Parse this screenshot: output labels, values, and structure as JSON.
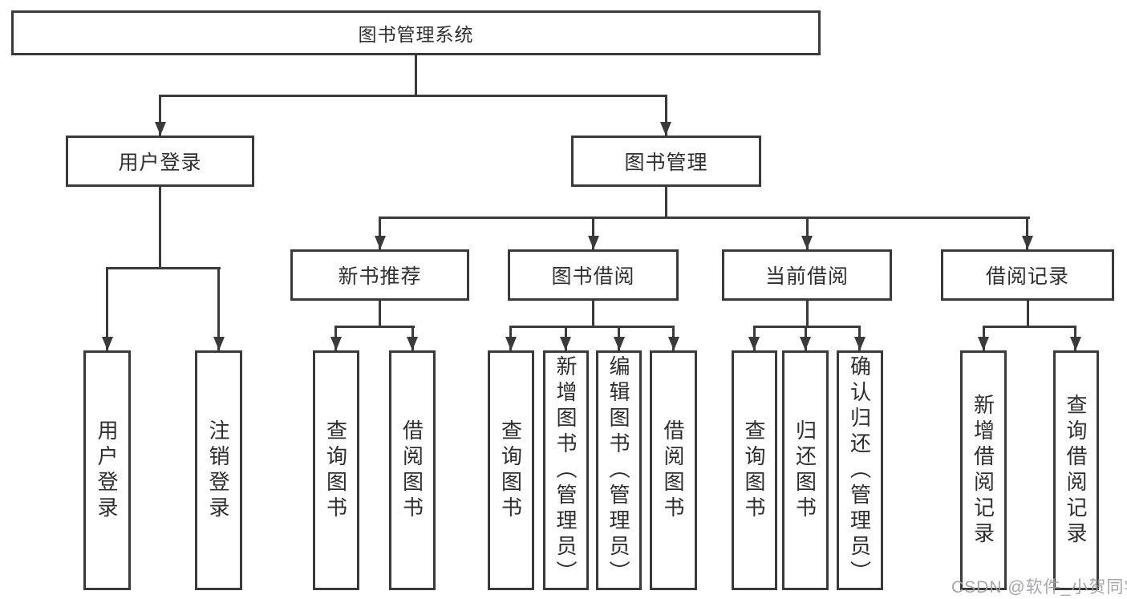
{
  "nodes": {
    "root": {
      "label": "图书管理系统"
    },
    "userLogin": {
      "label": "用户登录",
      "children": [
        {
          "label": "用户登录"
        },
        {
          "label": "注销登录"
        }
      ]
    },
    "bookMgmt": {
      "label": "图书管理"
    },
    "newBookRec": {
      "label": "新书推荐",
      "children": [
        {
          "label": "查询图书"
        },
        {
          "label": "借阅图书"
        }
      ]
    },
    "bookBorrow": {
      "label": "图书借阅",
      "children": [
        {
          "label": "查询图书"
        },
        {
          "label": "新增图书（管理员）"
        },
        {
          "label": "编辑图书（管理员）"
        },
        {
          "label": "借阅图书"
        }
      ]
    },
    "currentBorrow": {
      "label": "当前借阅",
      "children": [
        {
          "label": "查询图书"
        },
        {
          "label": "归还图书"
        },
        {
          "label": "确认归还（管理员）"
        }
      ]
    },
    "borrowRecords": {
      "label": "借阅记录",
      "children": [
        {
          "label": "新增借阅记录"
        },
        {
          "label": "查询借阅记录"
        }
      ]
    },
    "watermark": "CSDN @软件_小贺同学"
  },
  "colors": {
    "line": "#3a3a3a",
    "text": "#2e2e2e",
    "watermark": "#9ea0a4",
    "background": "#ffffff"
  }
}
